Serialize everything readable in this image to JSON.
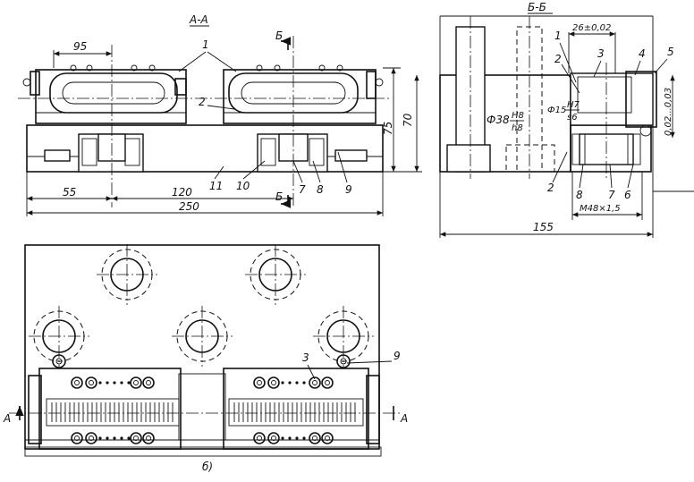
{
  "view_labels": {
    "section_aa": "А-А",
    "section_bb": "Б-Б",
    "plan_caption": "б)"
  },
  "cut_marks": {
    "b_top": "Б",
    "b_bottom": "Б",
    "a_left": "A",
    "a_right": "A"
  },
  "dimensions_aa": {
    "d95": "95",
    "d75": "75",
    "d70": "70",
    "d55": "55",
    "d120": "120",
    "d250": "250"
  },
  "dimensions_bb": {
    "d26": "26±0,02",
    "d_tol": "0,02...0,03",
    "phi38": "Ф38",
    "fit38_top": "H8",
    "fit38_bot": "h8",
    "phi15": "Ф15",
    "fit15_top": "H7",
    "fit15_bot": "s6",
    "thread": "М48×1,5",
    "d155": "155"
  },
  "part_numbers_aa": {
    "p1": "1",
    "p2": "2",
    "p11": "11",
    "p10": "10",
    "p7": "7",
    "p8": "8",
    "p9": "9"
  },
  "part_numbers_bb": {
    "p1": "1",
    "p2a": "2",
    "p3": "3",
    "p4": "4",
    "p5": "5",
    "p2b": "2",
    "p8": "8",
    "p7": "7",
    "p6": "6"
  },
  "part_numbers_plan": {
    "p3": "3",
    "p9": "9"
  }
}
